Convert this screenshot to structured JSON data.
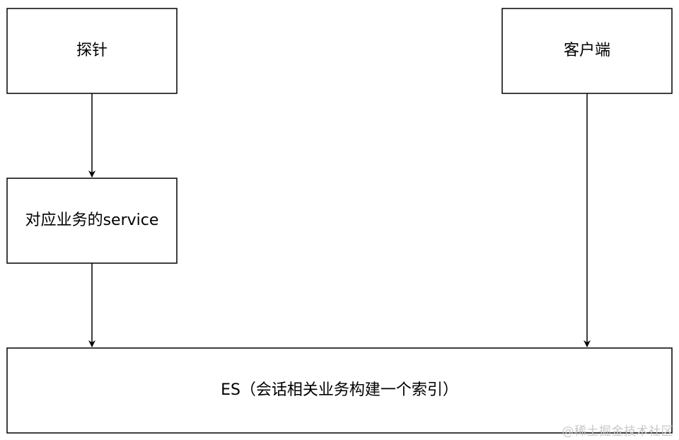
{
  "nodes": {
    "probe": {
      "label": "探针"
    },
    "client": {
      "label": "客户端"
    },
    "service": {
      "label": "对应业务的service"
    },
    "es": {
      "label": "ES（会话相关业务构建一个索引）"
    }
  },
  "edges": [
    {
      "from": "probe",
      "to": "service"
    },
    {
      "from": "service",
      "to": "es"
    },
    {
      "from": "client",
      "to": "es"
    }
  ],
  "watermark": "@稀土掘金技术社区",
  "colors": {
    "stroke": "#000000",
    "fill": "#ffffff",
    "watermark": "#c8c8c8"
  }
}
